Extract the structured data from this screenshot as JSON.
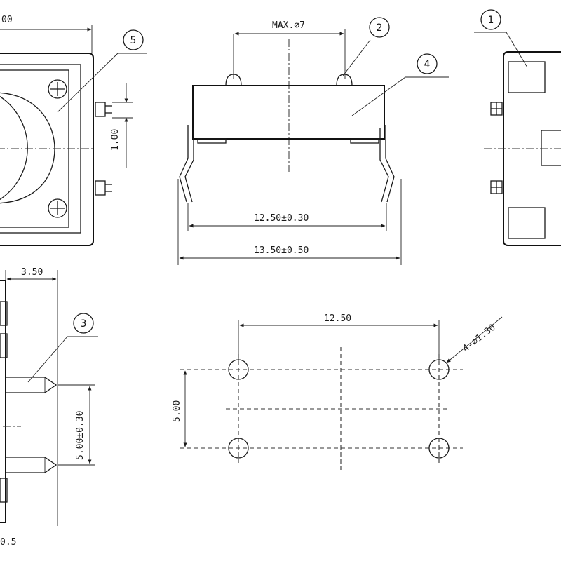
{
  "callouts": [
    "1",
    "2",
    "3",
    "4",
    "5"
  ],
  "dimensions": {
    "max_diameter": "MAX.⌀7",
    "lead_width_inner": "12.50±0.30",
    "lead_width_outer": "13.50±0.50",
    "pitch_vertical": "1.00",
    "top_cut": "00",
    "lead_offset": "3.50",
    "pitch_side": "5.00±0.30",
    "lead_thickness": "0.5",
    "hole_spacing_h": "12.50",
    "hole_spacing_v": "5.00",
    "hole_diameter": "4-⌀1.30"
  }
}
